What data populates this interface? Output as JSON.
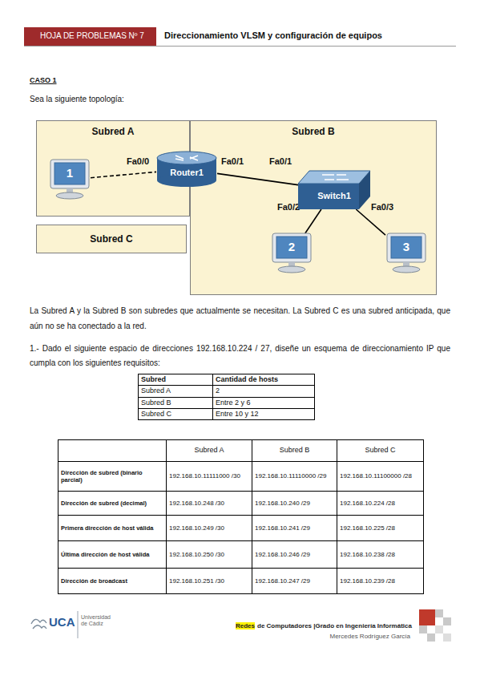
{
  "diagram": {
    "title": "Direccionamiento VLSM y configuración de equipos",
    "nodes": [
      {
        "text": [
          "Subred A"
        ]
      },
      {
        "text": [
          "Subred B"
        ]
      },
      {
        "text": [
          "Subred C"
        ]
      },
      {
        "text": [
          "1"
        ],
        "in": 0
      },
      {
        "text": [
          "Router1"
        ]
      },
      {
        "text": [
          "Switch1"
        ],
        "in": 1
      },
      {
        "text": [
          "2"
        ],
        "in": 1
      },
      {
        "text": [
          "3"
        ],
        "in": 1
      }
    ],
    "edges": [
      {
        "from": 3,
        "to": 4,
        "arrow": "none"
      },
      {
        "from": 4,
        "to": 5,
        "arrow": "none"
      },
      {
        "from": 5,
        "to": 6,
        "arrow": "none"
      },
      {
        "from": 5,
        "to": 7,
        "arrow": "none"
      }
    ],
    "labels": [
      "HOJA DE PROBLEMAS Nº 7",
      "CASO 1",
      "Sea la siguiente topología:",
      "Fa0/0",
      "Fa0/1",
      "Fa0/1",
      "Fa0/2",
      "Fa0/3",
      "La Subred A y la Subred B son subredes que actualmente se necesitan. La Subred C es una subred anticipada, que aún no se ha conectado a la red.",
      "1.- Dado el siguiente espacio de direcciones 192.168.10.224 / 27, diseñe un esquema de direccionamiento IP que cumpla con los siguientes requisitos:",
      "Subred",
      "Cantidad de hosts",
      "Subred A",
      "2",
      "Subred B",
      "Entre 2 y 6",
      "Subred C",
      "Entre 10 y 12",
      "Subred A",
      "Subred B",
      "Subred C",
      "Dirección de subred (binario parcial)",
      "192.168.10.11111000 /30",
      "192.168.10.11110000 /29",
      "192.168.10.11100000 /28",
      "Dirección de subred (decimal)",
      "192.168.10.248 /30",
      "192.168.10.240 /29",
      "192.168.10.224 /28",
      "Primera dirección de host válida",
      "192.168.10.249 /30",
      "192.168.10.241 /29",
      "192.168.10.225 /28",
      "Última dirección de host válida",
      "192.168.10.250 /30",
      "192.168.10.246 /29",
      "192.168.10.238 /28",
      "Dirección de broadcast",
      "192.168.10.251 /30",
      "192.168.10.247 /29",
      "192.168.10.239 /28",
      "UCA",
      "Universidad de Cádiz",
      "Redes",
      "de Computadores |Grado en Ingeniería Informática",
      "Mercedes Rodríguez García"
    ]
  }
}
